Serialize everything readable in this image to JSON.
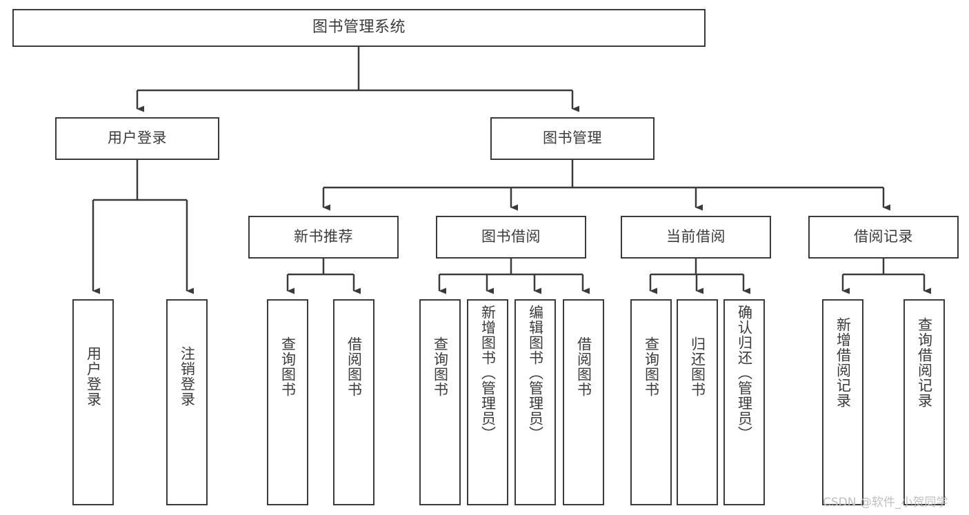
{
  "diagram": {
    "title": "图书管理系统",
    "type": "tree",
    "orientation": "top-down",
    "colors": {
      "box_border": "#3a3a3a",
      "box_fill": "#ffffff",
      "text": "#3b3b3b",
      "connector": "#3a3a3a",
      "watermark": "#bfbfbf",
      "background": "#ffffff"
    },
    "nodes": {
      "root": {
        "label": "图书管理系统"
      },
      "level1": [
        {
          "label": "用户登录"
        },
        {
          "label": "图书管理"
        }
      ],
      "level2": [
        {
          "label": "新书推荐"
        },
        {
          "label": "图书借阅"
        },
        {
          "label": "当前借阅"
        },
        {
          "label": "借阅记录"
        }
      ],
      "leaves": {
        "user_login": [
          {
            "label": "用户登录"
          },
          {
            "label": "注销登录"
          }
        ],
        "new_book_recommend": [
          {
            "label": "查询图书"
          },
          {
            "label": "借阅图书"
          }
        ],
        "book_borrow": [
          {
            "label": "查询图书"
          },
          {
            "label": "新增图书（管理员）"
          },
          {
            "label": "编辑图书（管理员）"
          },
          {
            "label": "借阅图书"
          }
        ],
        "current_borrow": [
          {
            "label": "查询图书"
          },
          {
            "label": "归还图书"
          },
          {
            "label": "确认归还（管理员）"
          }
        ],
        "borrow_record": [
          {
            "label": "新增借阅记录"
          },
          {
            "label": "查询借阅记录"
          }
        ]
      }
    },
    "watermark": "CSDN @软件_小贺同学"
  }
}
